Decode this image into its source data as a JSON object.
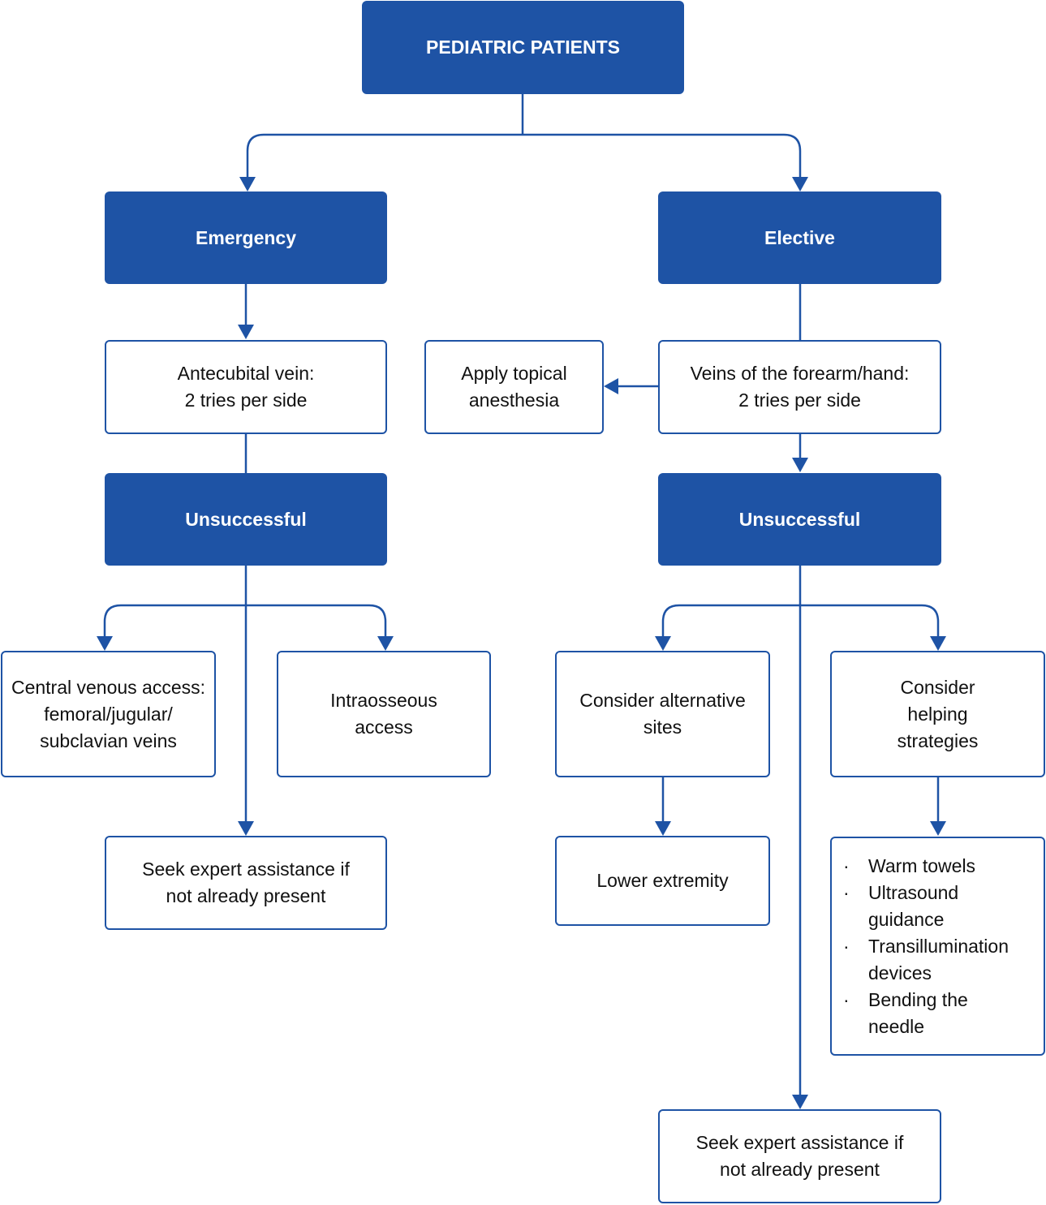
{
  "colors": {
    "primary": "#1e53a5",
    "text": "#111111",
    "background": "#ffffff"
  },
  "nodes": {
    "root": "PEDIATRIC PATIENTS",
    "emergency": "Emergency",
    "elective": "Elective",
    "antecubital": [
      "Antecubital vein:",
      "2 tries per side"
    ],
    "topical": [
      "Apply topical",
      "anesthesia"
    ],
    "forearm": [
      "Veins of the forearm/hand:",
      "2 tries per side"
    ],
    "unsuccessful_left": "Unsuccessful",
    "unsuccessful_right": "Unsuccessful",
    "central": [
      "Central venous access:",
      "femoral/jugular/",
      "subclavian veins"
    ],
    "intraosseous": [
      "Intraosseous",
      "access"
    ],
    "alternative": [
      "Consider alternative",
      "sites"
    ],
    "helping": [
      "Consider",
      "helping",
      "strategies"
    ],
    "seek_left": [
      "Seek expert assistance if",
      "not already present"
    ],
    "lower": "Lower extremity",
    "strategies": {
      "bullet": "·",
      "items": [
        [
          "Warm towels"
        ],
        [
          "Ultrasound",
          "guidance"
        ],
        [
          "Transillumination",
          "devices"
        ],
        [
          "Bending the",
          "needle"
        ]
      ]
    },
    "seek_right": [
      "Seek expert assistance if",
      "not already present"
    ]
  }
}
